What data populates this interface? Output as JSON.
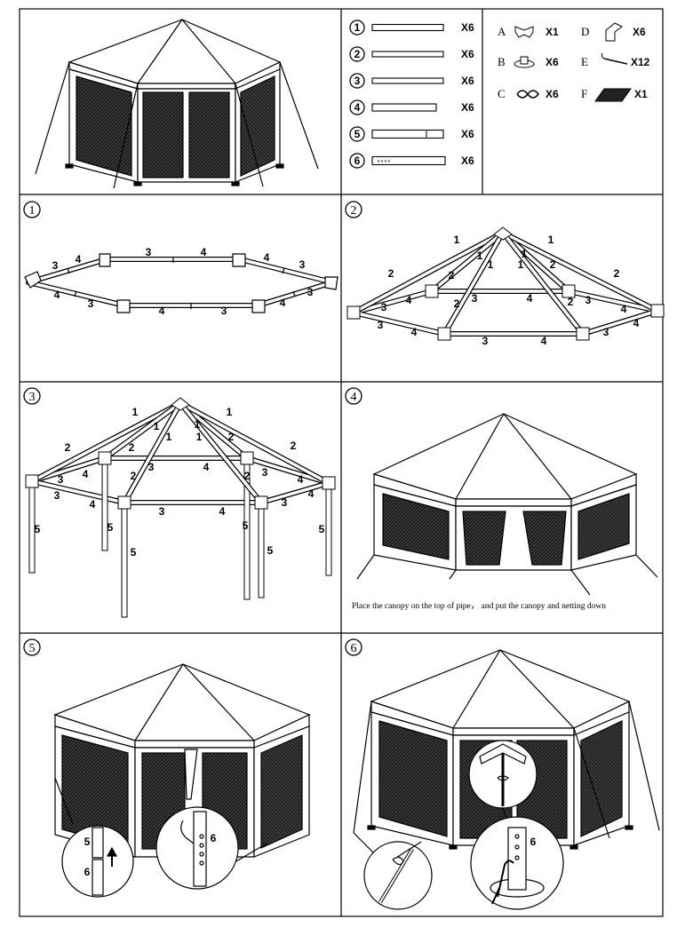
{
  "parts_list": {
    "tubes": [
      {
        "id": "1",
        "qty": "X6",
        "dots": ""
      },
      {
        "id": "2",
        "qty": "X6",
        "dots": ""
      },
      {
        "id": "3",
        "qty": "X6",
        "dots": ""
      },
      {
        "id": "4",
        "qty": "X6",
        "dots": ""
      },
      {
        "id": "5",
        "qty": "X6",
        "dots": ""
      },
      {
        "id": "6",
        "qty": "X6",
        "dots": "∘∘∘∘"
      }
    ],
    "fittings": [
      {
        "letter": "A",
        "qty": "X1",
        "icon": "top-connector-icon"
      },
      {
        "letter": "B",
        "qty": "X6",
        "icon": "foot-plate-icon"
      },
      {
        "letter": "C",
        "qty": "X6",
        "icon": "rope-icon"
      },
      {
        "letter": "D",
        "qty": "X6",
        "icon": "corner-connector-icon"
      },
      {
        "letter": "E",
        "qty": "X12",
        "icon": "stake-icon"
      },
      {
        "letter": "F",
        "qty": "X1",
        "icon": "canopy-icon"
      }
    ]
  },
  "steps": [
    {
      "number": "1"
    },
    {
      "number": "2"
    },
    {
      "number": "3"
    },
    {
      "number": "4",
      "caption": "Place the canopy on the top of pipe， and put the canopy and netting down"
    },
    {
      "number": "5"
    },
    {
      "number": "6"
    }
  ],
  "step1_labels": [
    "3",
    "4",
    "3",
    "4",
    "4",
    "3",
    "4",
    "3",
    "4",
    "3",
    "4",
    "3"
  ],
  "step2_labels": [
    "1",
    "1",
    "1",
    "1",
    "1",
    "1",
    "2",
    "2",
    "2",
    "2",
    "2",
    "2",
    "3",
    "4",
    "3",
    "4",
    "3",
    "4",
    "3",
    "4",
    "3",
    "4",
    "3",
    "4"
  ],
  "step3_labels": [
    "1",
    "1",
    "1",
    "1",
    "1",
    "1",
    "2",
    "2",
    "2",
    "2",
    "2",
    "2",
    "3",
    "4",
    "3",
    "4",
    "3",
    "4",
    "3",
    "4",
    "3",
    "4",
    "3",
    "4",
    "5",
    "5",
    "5",
    "5",
    "5",
    "5"
  ],
  "step5_labels": [
    "5",
    "6",
    "6"
  ],
  "step6_labels": [
    "6"
  ]
}
